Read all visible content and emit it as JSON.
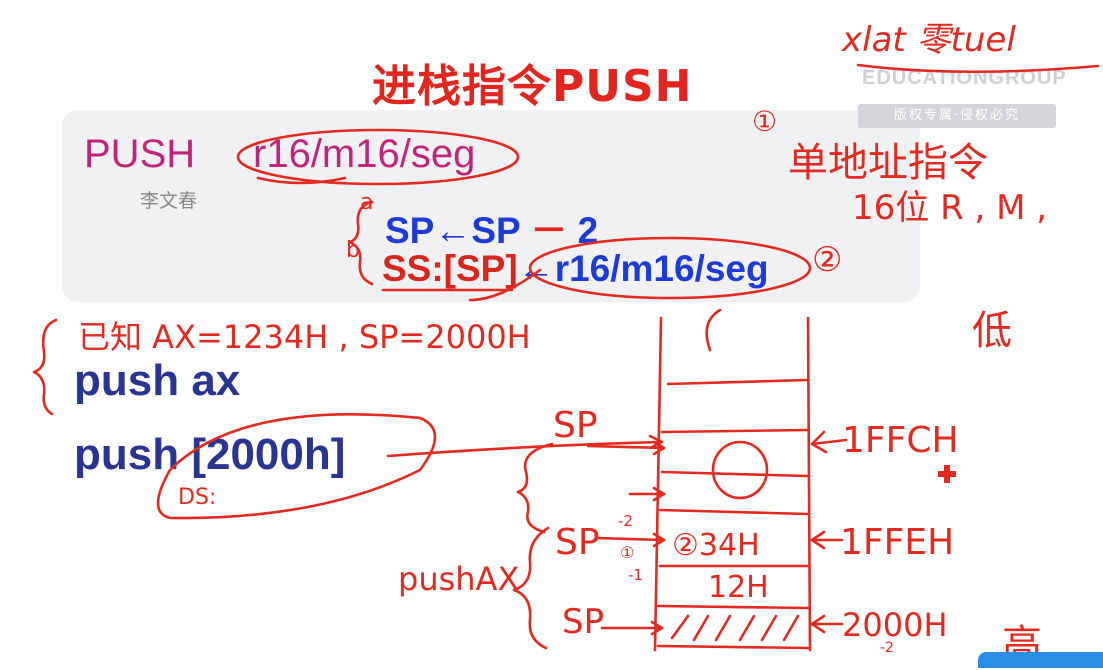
{
  "slide": {
    "title": "进栈指令PUSH",
    "push_keyword": "PUSH",
    "push_operand": "r16/m16/seg",
    "author": "李文春",
    "steps": [
      {
        "lhs": "SP",
        "arrow": "←",
        "rhs": "SP",
        "op": "－",
        "num": "2"
      },
      {
        "lhs": "SS:[SP]",
        "arrow": "←",
        "rhs": "r16/m16/seg"
      }
    ],
    "code": [
      "push ax",
      "push [2000h]"
    ]
  },
  "watermark": {
    "line1": "EDUCATIONGROUP",
    "line2": "版权专属·侵权必究"
  },
  "annotations": {
    "top_right": "xlat 零tuel",
    "circle1": "①",
    "note1": "单地址指令",
    "note2": "16位 R , M ,",
    "label_a": "a",
    "label_b": "b",
    "circle2": "②",
    "setup": "已知 AX=1234H , SP=2000H",
    "ds": "DS:",
    "low": "低",
    "high": "高",
    "sp_top": "SP",
    "sp_mid": "SP",
    "sp_bot": "SP",
    "minus2": "-2",
    "minus1": "-1",
    "circle_in_stack": "①",
    "pushax": "pushAX",
    "cell_34": "②34H",
    "cell_12": "12H",
    "addr1": "1FFCH",
    "addr2": "1FFEH",
    "addr3": "2000H",
    "addr3_sub": "-2"
  }
}
